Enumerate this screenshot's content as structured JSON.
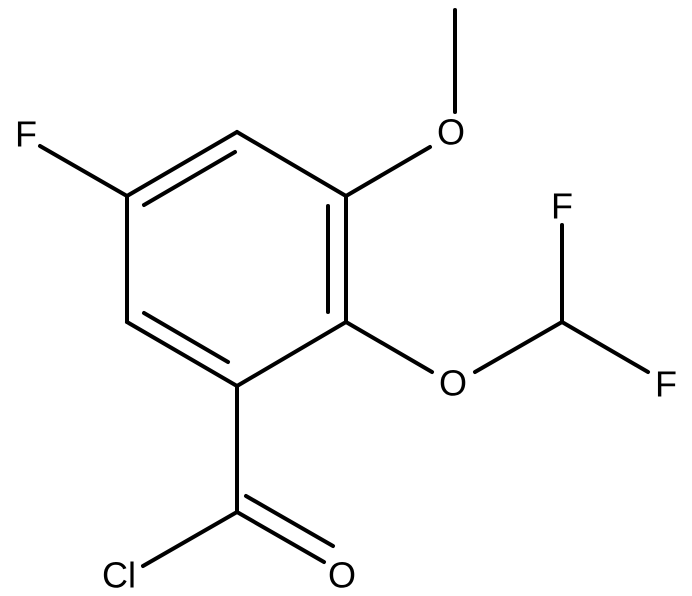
{
  "atoms": {
    "fluoro_ring": "F",
    "methoxy_oxygen": "O",
    "ether_oxygen": "O",
    "difluoro_top": "F",
    "difluoro_right": "F",
    "chlorine": "Cl",
    "carbonyl_oxygen": "O"
  }
}
